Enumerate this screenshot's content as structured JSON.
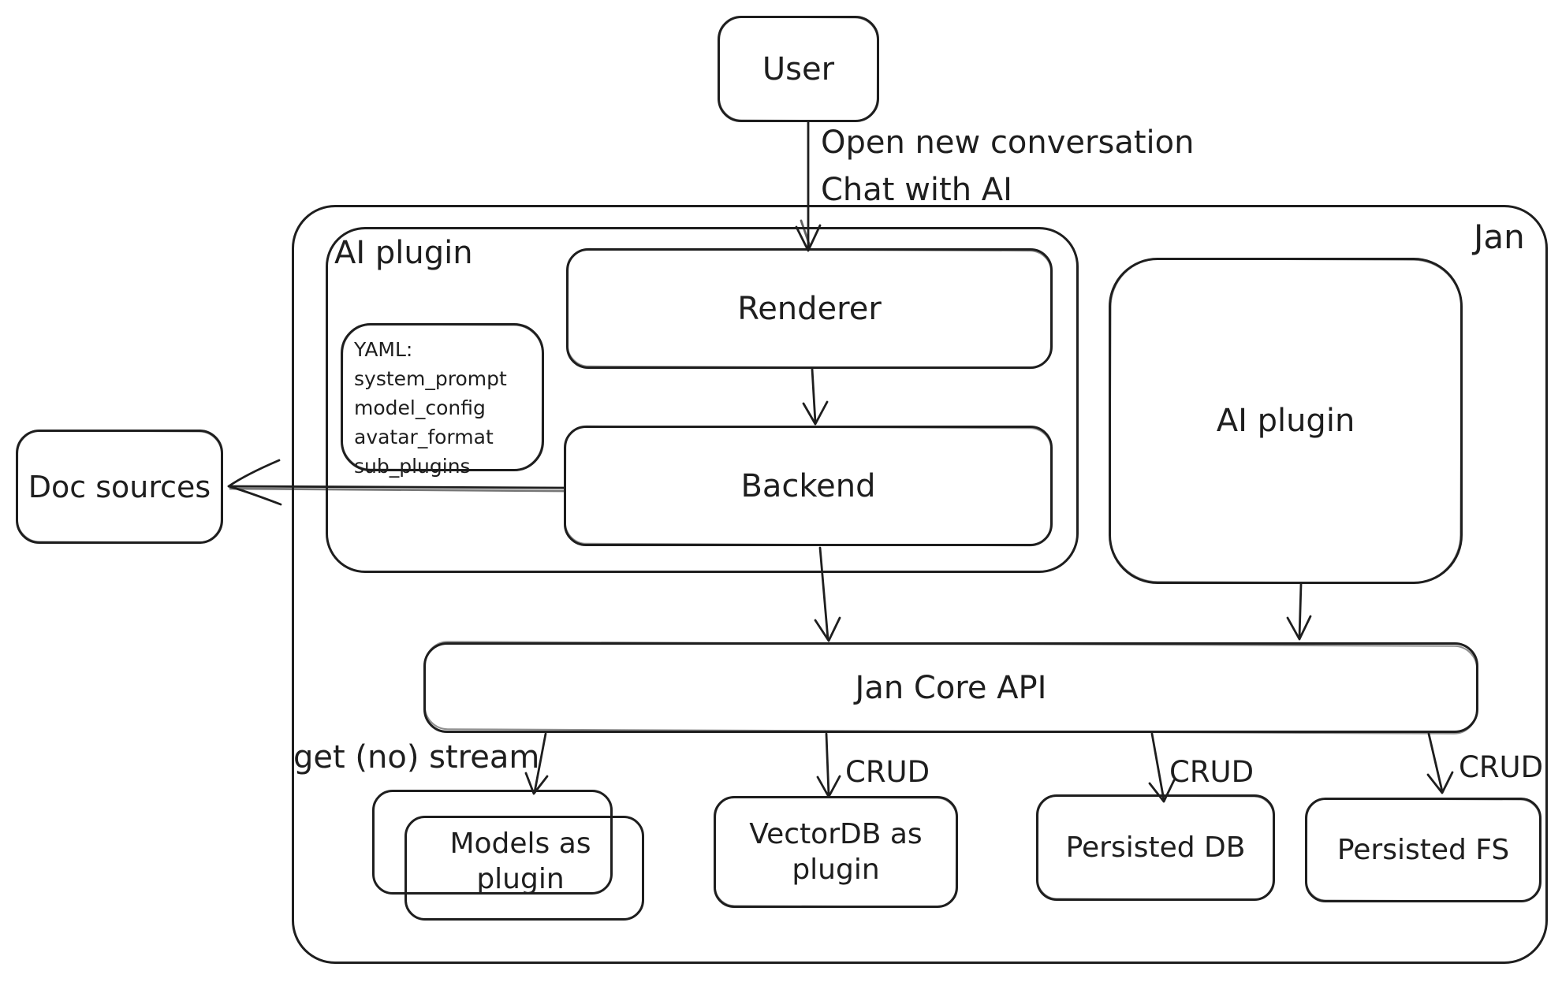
{
  "diagram": {
    "title": "Jan architecture diagram",
    "colors": {
      "stroke": "#1e1e1e",
      "background": "#ffffff",
      "text": "#1e1e1e"
    },
    "nodes": {
      "user": {
        "label": "User"
      },
      "jan": {
        "label": "Jan"
      },
      "ai_plugin_left": {
        "label": "AI plugin"
      },
      "renderer": {
        "label": "Renderer"
      },
      "backend": {
        "label": "Backend"
      },
      "doc_sources": {
        "label": "Doc sources"
      },
      "ai_plugin_right": {
        "label": "AI plugin"
      },
      "jan_core_api": {
        "label": "Jan Core API"
      },
      "models_as_plugin": {
        "label": "Models as plugin"
      },
      "vectordb_as_plugin": {
        "label": "VectorDB as plugin"
      },
      "persisted_db": {
        "label": "Persisted DB"
      },
      "persisted_fs": {
        "label": "Persisted FS"
      }
    },
    "yaml_note": {
      "lines": [
        "YAML:",
        "system_prompt",
        "model_config",
        "avatar_format",
        "sub_plugins"
      ]
    },
    "edge_labels": {
      "user_to_renderer_line1": "Open new conversation",
      "user_to_renderer_line2": "Chat with AI",
      "core_to_models": "get (no) stream",
      "core_to_vectordb": "CRUD",
      "core_to_persisted_db": "CRUD",
      "core_to_persisted_fs": "CRUD"
    }
  }
}
